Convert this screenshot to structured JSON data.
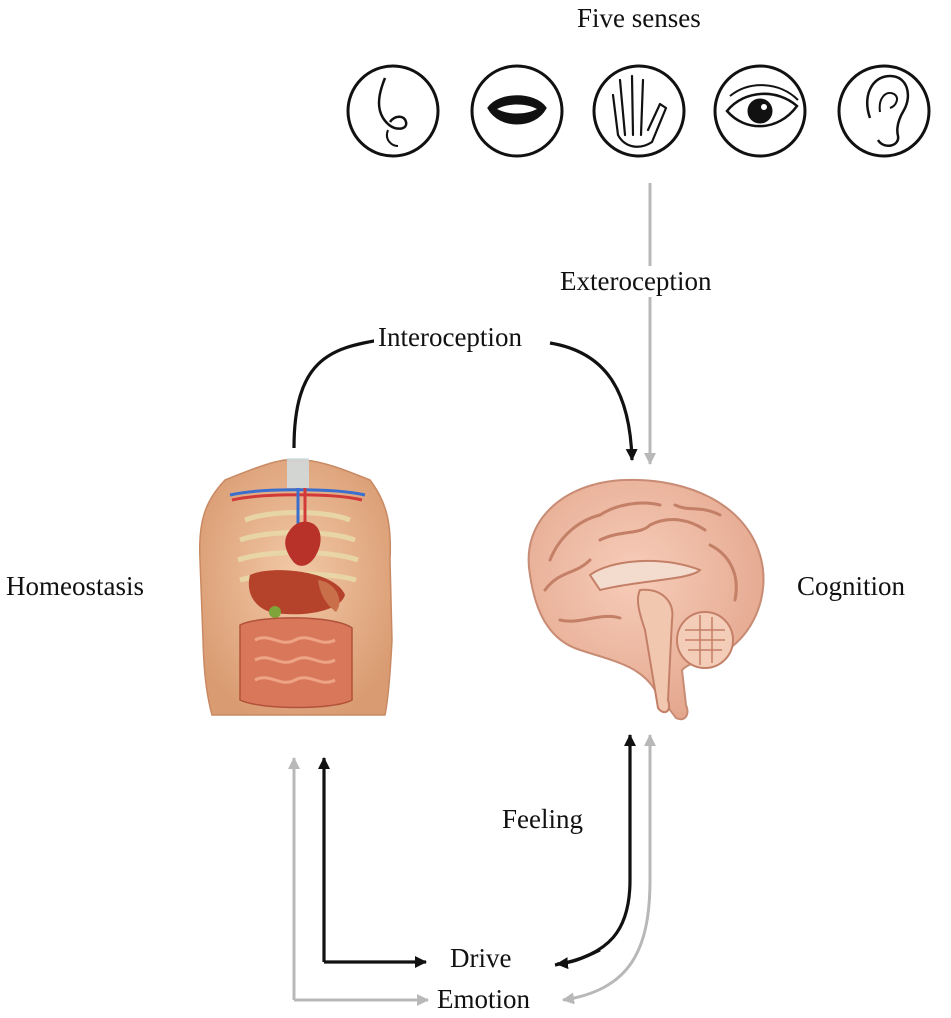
{
  "labels": {
    "five_senses": "Five senses",
    "exteroception": "Exteroception",
    "interoception": "Interoception",
    "homeostasis": "Homeostasis",
    "cognition": "Cognition",
    "feeling": "Feeling",
    "drive": "Drive",
    "emotion": "Emotion"
  },
  "senses": [
    "nose-icon",
    "mouth-icon",
    "hand-icon",
    "eye-icon",
    "ear-icon"
  ],
  "colors": {
    "primary_arrow": "#111111",
    "secondary_arrow": "#b8b8b8",
    "skin": "#e8b48c",
    "organ": "#c24a2a",
    "brain": "#efb8a2",
    "brain_fold": "#c47f67"
  }
}
